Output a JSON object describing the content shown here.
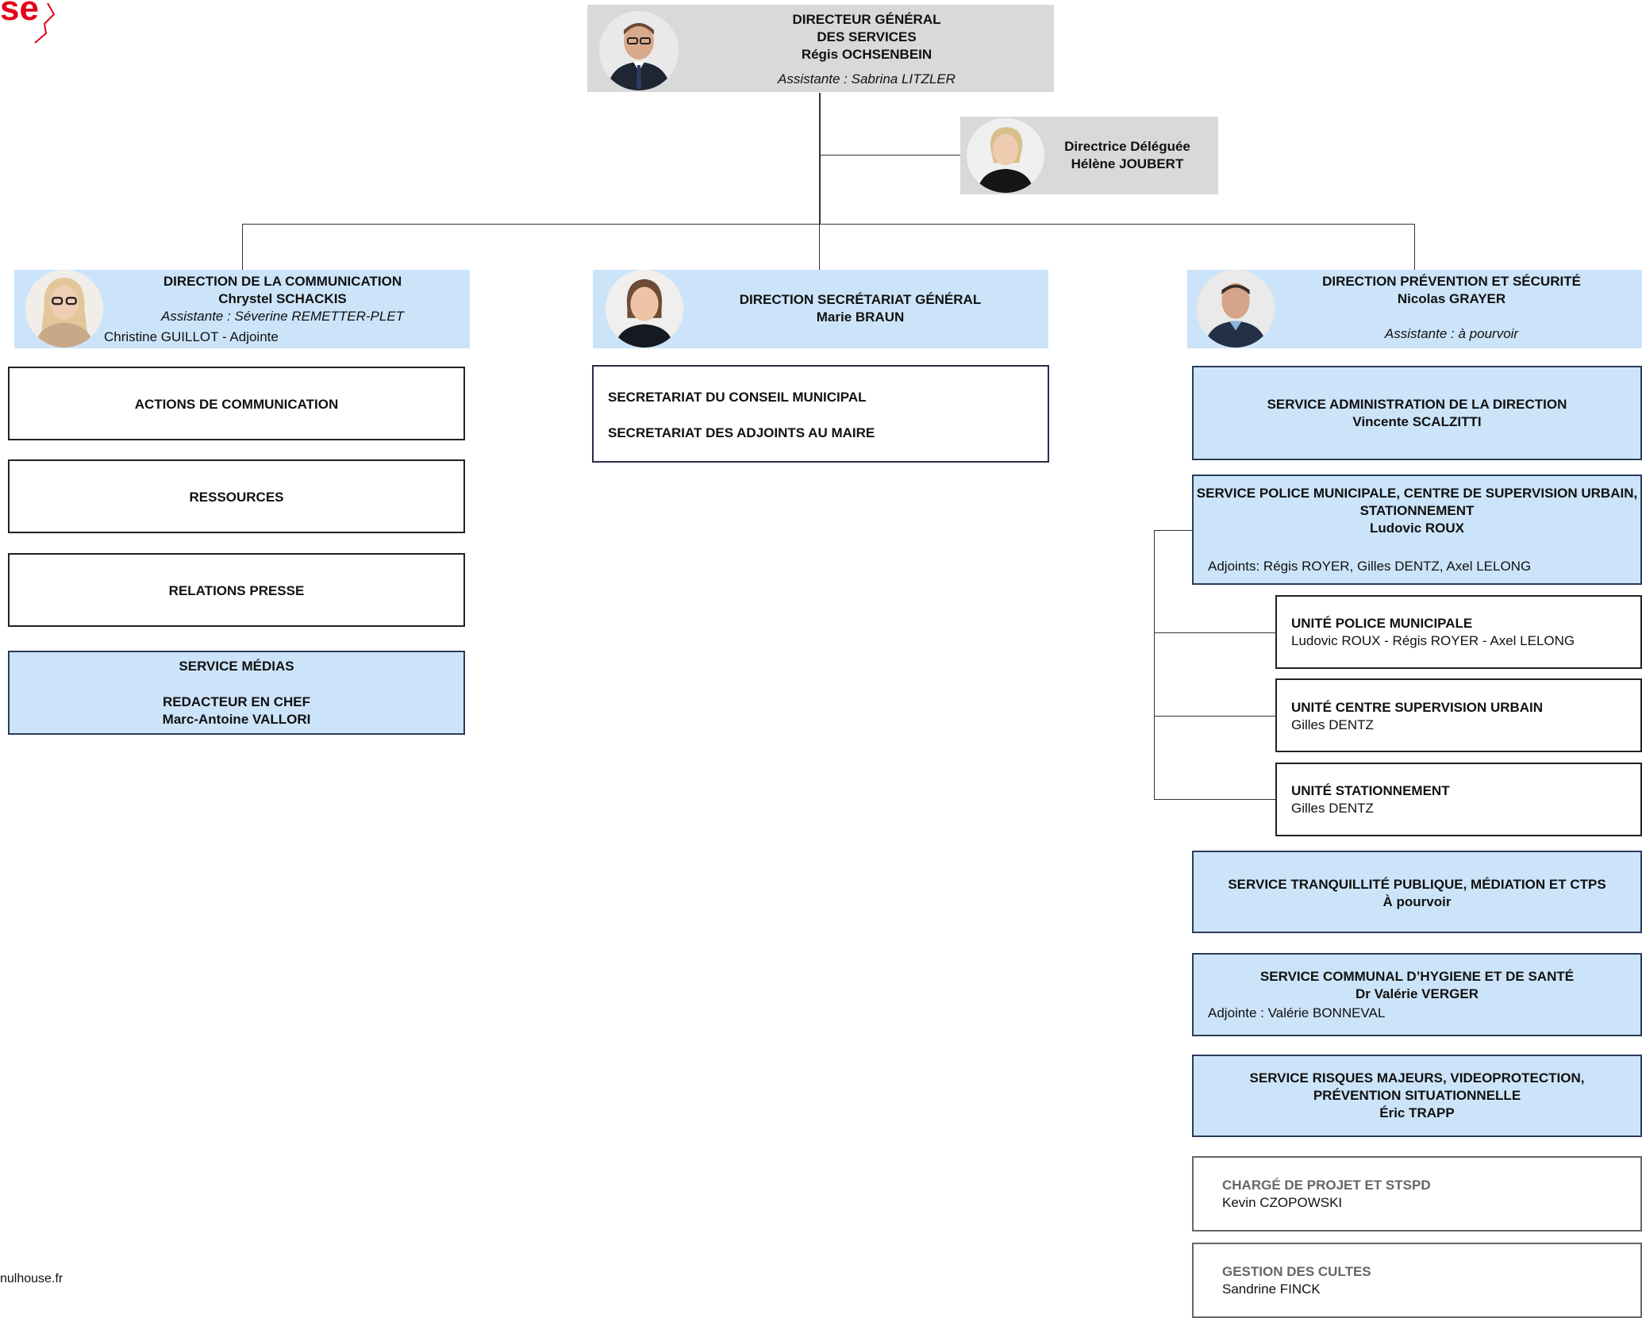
{
  "logo": {
    "text": "se"
  },
  "footer": {
    "website": "nulhouse.fr"
  },
  "dgs": {
    "title1": "DIRECTEUR GÉNÉRAL",
    "title2": "DES SERVICES",
    "name": "Régis OCHSENBEIN",
    "assistant": "Assistante : Sabrina LITZLER"
  },
  "deleguee": {
    "title": "Directrice Déléguée",
    "name": "Hélène JOUBERT"
  },
  "communication": {
    "title": "DIRECTION DE LA COMMUNICATION",
    "name": "Chrystel SCHACKIS",
    "assistant": "Assistante : Séverine REMETTER-PLET",
    "deputy": "Christine GUILLOT - Adjointe",
    "units": [
      "ACTIONS DE COMMUNICATION",
      "RESSOURCES",
      "RELATIONS PRESSE"
    ],
    "medias": {
      "title": "SERVICE MÉDIAS",
      "role": "REDACTEUR EN CHEF",
      "name": "Marc-Antoine VALLORI"
    }
  },
  "secretariat": {
    "title": "DIRECTION SECRÉTARIAT GÉNÉRAL",
    "name": "Marie BRAUN",
    "units": [
      "SECRETARIAT DU CONSEIL MUNICIPAL",
      "SECRETARIAT DES ADJOINTS AU MAIRE"
    ]
  },
  "prevention": {
    "title": "DIRECTION PRÉVENTION ET SÉCURITÉ",
    "name": "Nicolas GRAYER",
    "assistant": "Assistante : à pourvoir",
    "admin": {
      "title": "SERVICE ADMINISTRATION DE LA DIRECTION",
      "name": "Vincente SCALZITTI"
    },
    "police": {
      "title1": "SERVICE POLICE MUNICIPALE, CENTRE DE SUPERVISION URBAIN,",
      "title2": "STATIONNEMENT",
      "name": "Ludovic ROUX",
      "deputies": "Adjoints: Régis ROYER, Gilles DENTZ, Axel LELONG"
    },
    "police_units": [
      {
        "title": "UNITÉ POLICE MUNICIPALE",
        "name": "Ludovic ROUX - Régis ROYER - Axel LELONG"
      },
      {
        "title": "UNITÉ CENTRE SUPERVISION URBAIN",
        "name": "Gilles DENTZ"
      },
      {
        "title": "UNITÉ STATIONNEMENT",
        "name": "Gilles DENTZ"
      }
    ],
    "tranquillite": {
      "title": "SERVICE TRANQUILLITÉ PUBLIQUE, MÉDIATION ET CTPS",
      "name": "À pourvoir"
    },
    "hygiene": {
      "title": "SERVICE COMMUNAL D’HYGIENE ET DE SANTÉ",
      "name": "Dr Valérie VERGER",
      "deputy": "Adjointe : Valérie BONNEVAL"
    },
    "risques": {
      "title1": "SERVICE RISQUES MAJEURS, VIDEOPROTECTION,",
      "title2": "PRÉVENTION SITUATIONNELLE",
      "name": "Éric TRAPP"
    },
    "projet": {
      "title": "CHARGÉ DE PROJET ET STSPD",
      "name": "Kevin CZOPOWSKI"
    },
    "cultes": {
      "title": "GESTION DES CULTES",
      "name": "Sandrine FINCK"
    }
  }
}
